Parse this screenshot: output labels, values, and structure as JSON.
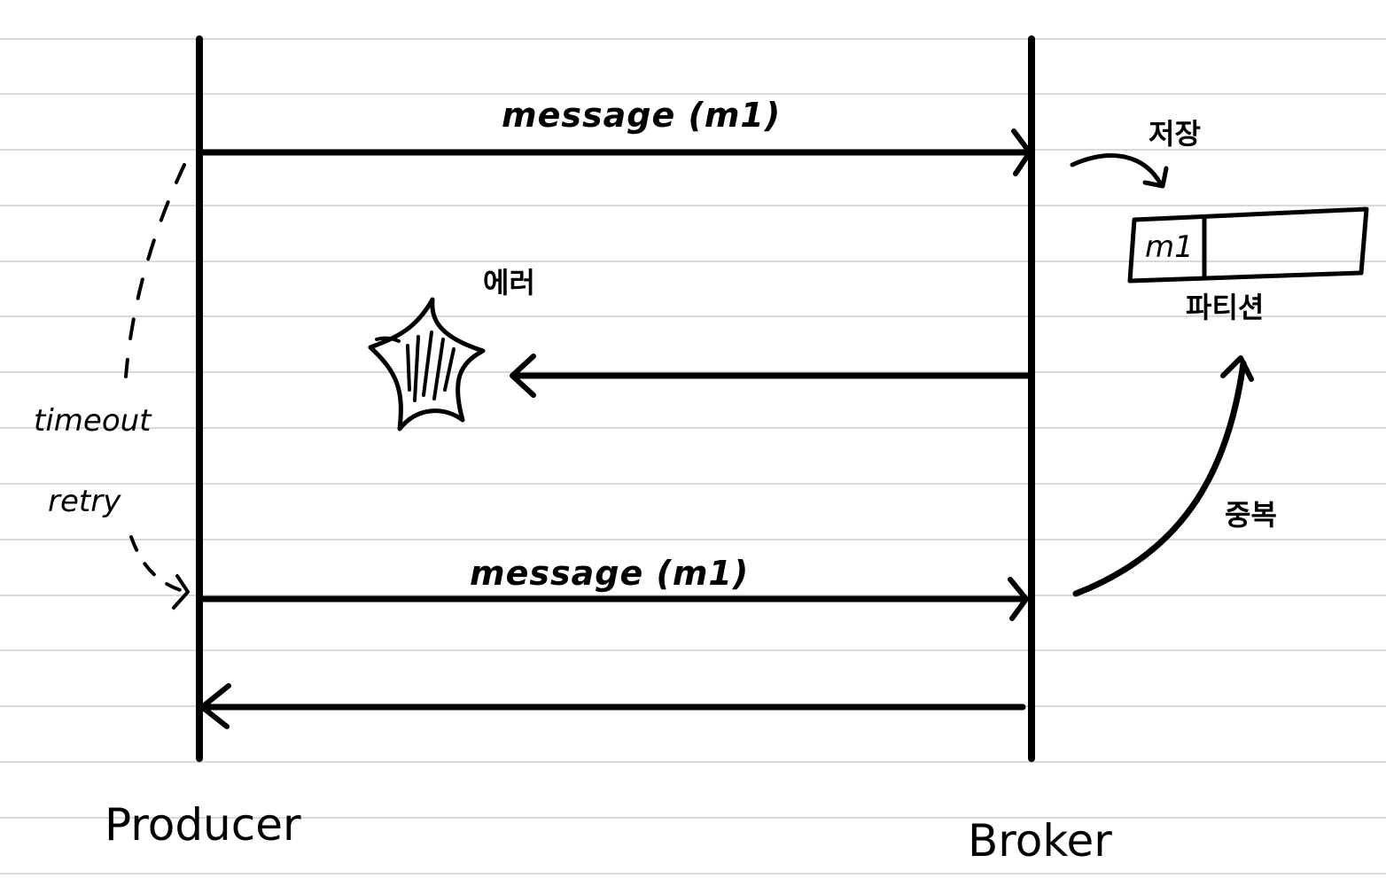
{
  "actors": {
    "producer": "Producer",
    "broker": "Broker"
  },
  "messages": {
    "first_send": "message (m1)",
    "retry_send": "message (m1)"
  },
  "annotations": {
    "error": "에러",
    "timeout": "timeout",
    "retry": "retry",
    "store": "저장",
    "duplicate": "중복",
    "partition": "파티션",
    "partition_slot": "m1"
  },
  "colors": {
    "ink": "#000000",
    "ruled_line": "#d9d9d9",
    "background": "#ffffff"
  },
  "icons": {
    "error_marker": "starburst-icon"
  }
}
